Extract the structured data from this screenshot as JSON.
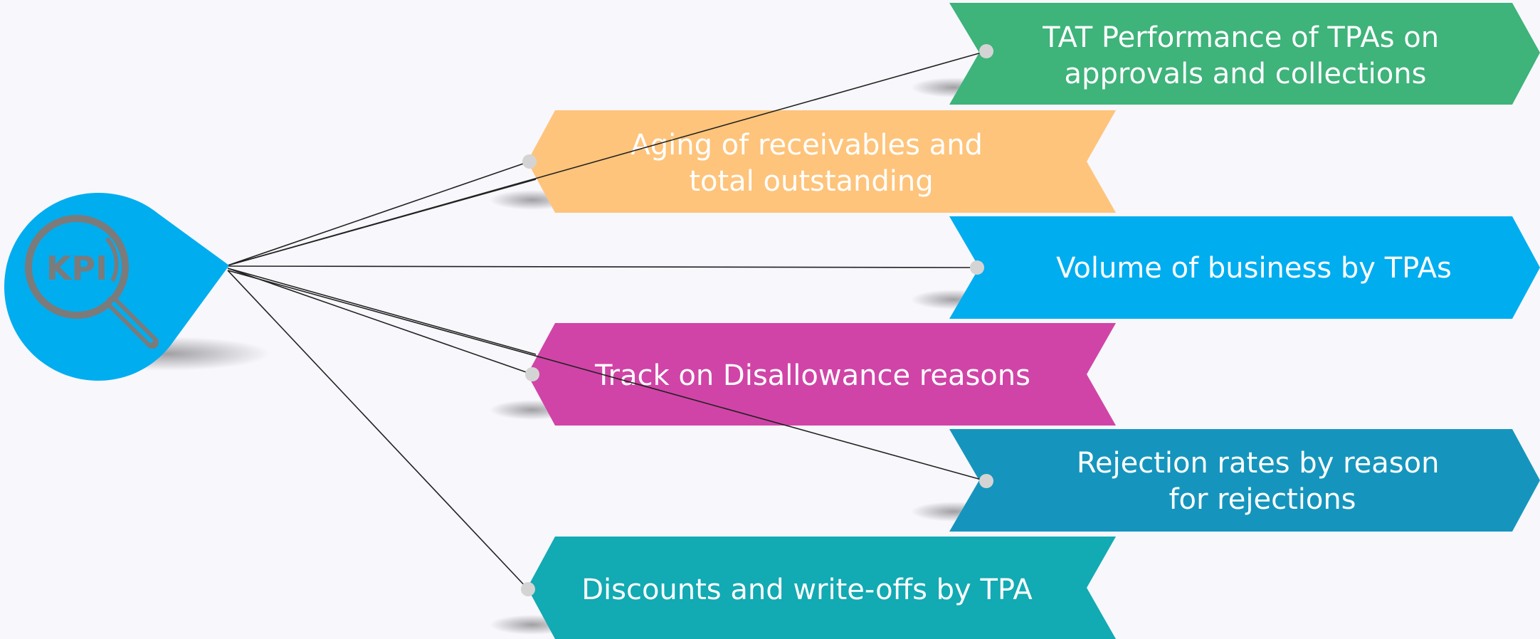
{
  "hub": {
    "icon_label": "KPI",
    "icon": "magnifier-icon",
    "color": "#00adef"
  },
  "items": [
    {
      "id": "tat-performance",
      "lines": [
        "TAT Performance of TPAs on",
        "approvals and collections"
      ],
      "color": "#3eb37a"
    },
    {
      "id": "aging-receivables",
      "lines": [
        "Aging of receivables and",
        "total outstanding"
      ],
      "color": "#fec47b"
    },
    {
      "id": "volume-of-business",
      "lines": [
        "Volume of business by TPAs"
      ],
      "color": "#00adef"
    },
    {
      "id": "disallowance-reasons",
      "lines": [
        "Track on Disallowance reasons"
      ],
      "color": "#d044a7"
    },
    {
      "id": "rejection-rates",
      "lines": [
        "Rejection rates by reason",
        "for rejections"
      ],
      "color": "#1595bd"
    },
    {
      "id": "discounts-writeoffs",
      "lines": [
        "Discounts and write-offs by TPA"
      ],
      "color": "#12aab3"
    }
  ]
}
